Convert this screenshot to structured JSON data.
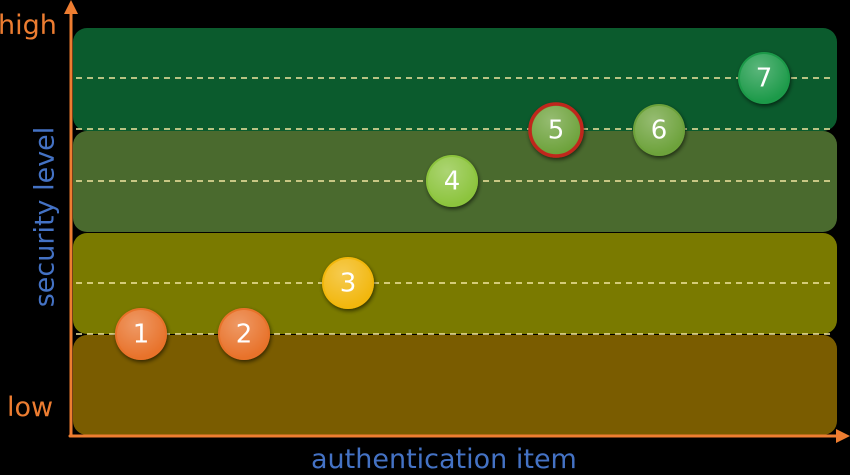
{
  "axes": {
    "y_top_label": "high",
    "y_bottom_label": "low",
    "y_title": "security level",
    "x_title": "authentication item"
  },
  "bands": [
    {
      "name": "band-high",
      "color": "#0B5B2D"
    },
    {
      "name": "band-upper-mid",
      "color": "#4A6A2E"
    },
    {
      "name": "band-lower-mid",
      "color": "#7A7A00"
    },
    {
      "name": "band-low",
      "color": "#7A5C00"
    }
  ],
  "items": [
    {
      "label": "1",
      "color": "#E8722A",
      "highlighted": false
    },
    {
      "label": "2",
      "color": "#E8722A",
      "highlighted": false
    },
    {
      "label": "3",
      "color": "#F2B707",
      "highlighted": false
    },
    {
      "label": "4",
      "color": "#8CC43C",
      "highlighted": false
    },
    {
      "label": "5",
      "color": "#6DA23A",
      "highlighted": true
    },
    {
      "label": "6",
      "color": "#6DA23A",
      "highlighted": false
    },
    {
      "label": "7",
      "color": "#1E9A4A",
      "highlighted": false
    }
  ],
  "colors": {
    "axis": "#ED7D31",
    "axis_title": "#4472C4",
    "highlight_ring": "#C0281E",
    "dashed_line": "#F2E6A0"
  }
}
